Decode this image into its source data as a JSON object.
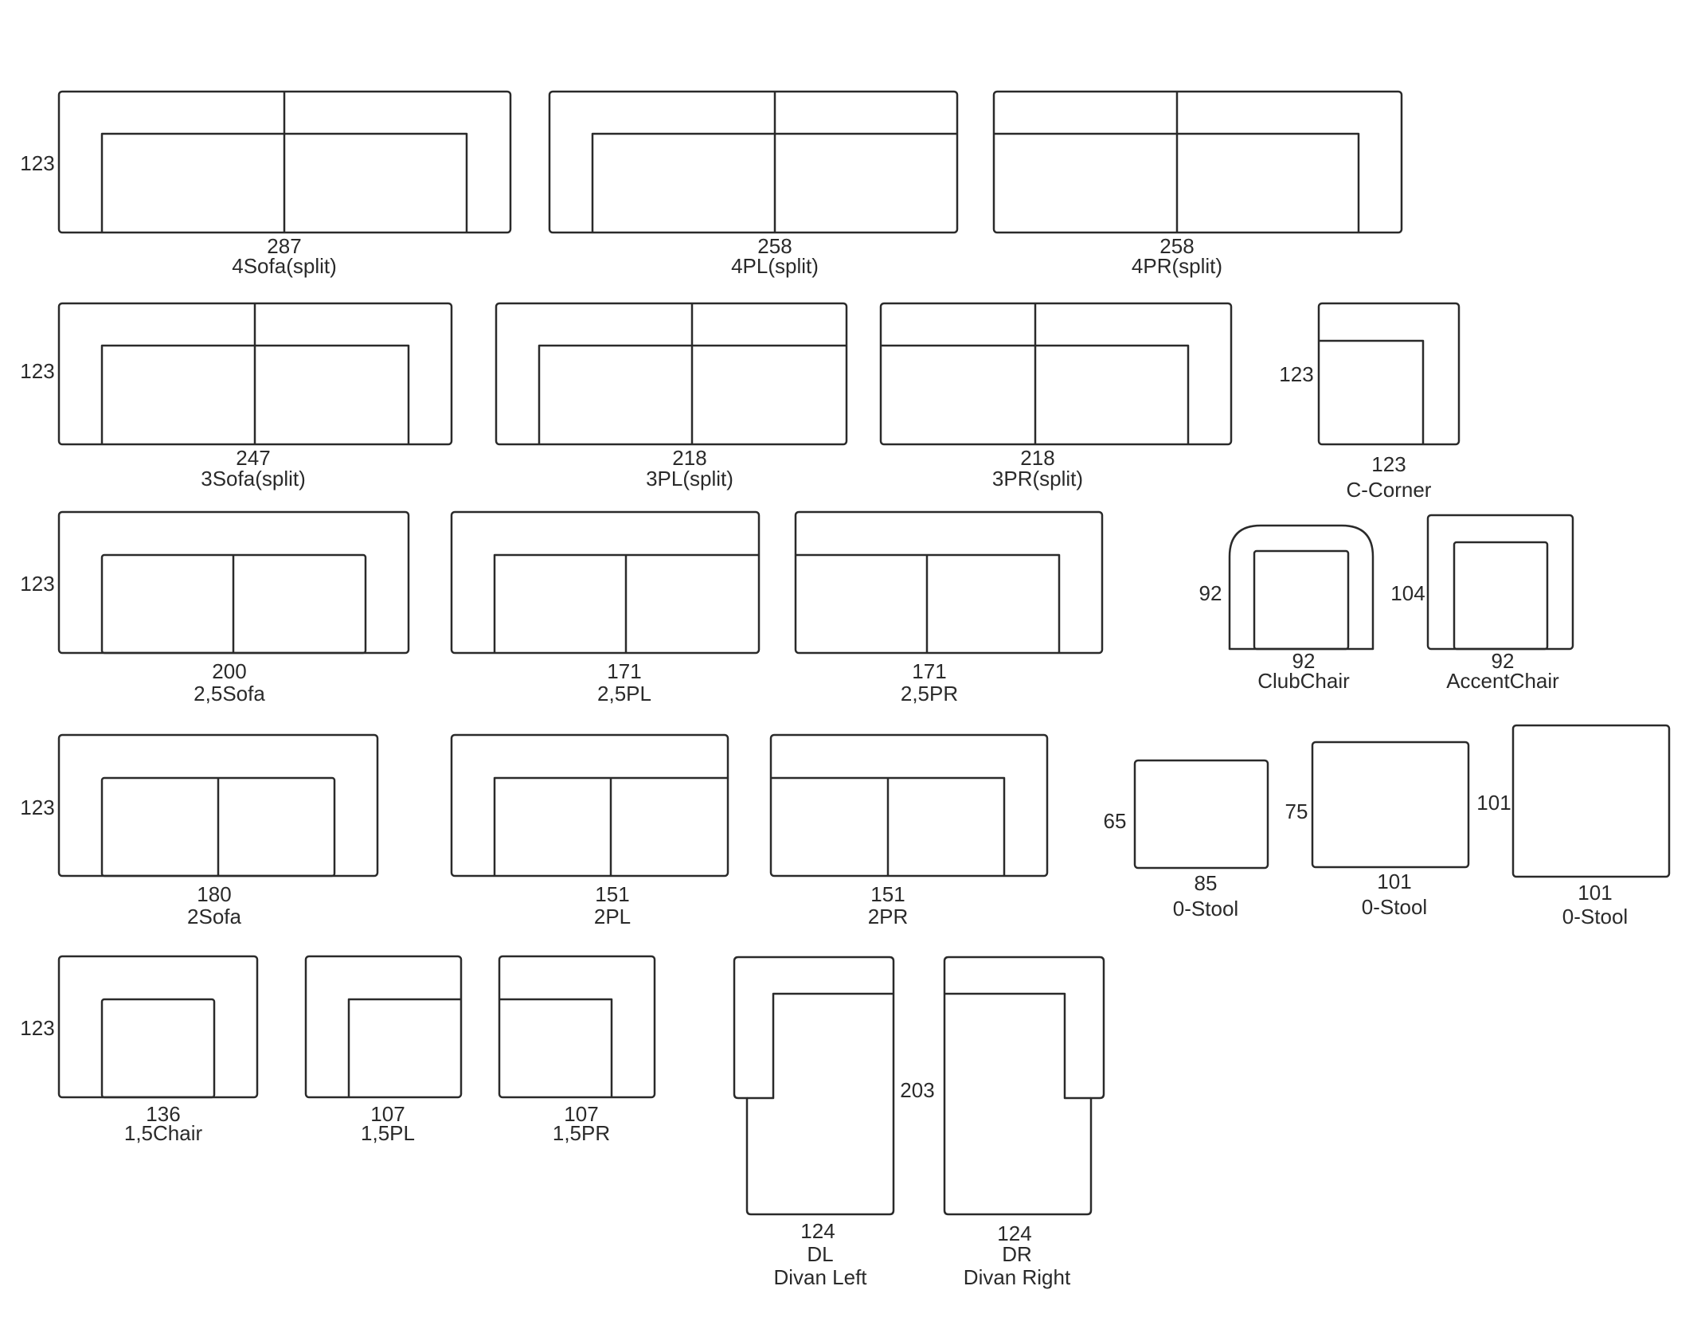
{
  "diagram": {
    "line_color": "#2a2a2a",
    "background": "#ffffff",
    "modules": [
      {
        "id": "4sofa",
        "name": "4Sofa(split)",
        "width": "287",
        "depth": "123"
      },
      {
        "id": "4pl",
        "name": "4PL(split)",
        "width": "258",
        "depth": ""
      },
      {
        "id": "4pr",
        "name": "4PR(split)",
        "width": "258",
        "depth": ""
      },
      {
        "id": "3sofa",
        "name": "3Sofa(split)",
        "width": "247",
        "depth": "123"
      },
      {
        "id": "3pl",
        "name": "3PL(split)",
        "width": "218",
        "depth": ""
      },
      {
        "id": "3pr",
        "name": "3PR(split)",
        "width": "218",
        "depth": ""
      },
      {
        "id": "ccorner",
        "name": "C-Corner",
        "width": "123",
        "depth": "123"
      },
      {
        "id": "25sofa",
        "name": "2,5Sofa",
        "width": "200",
        "depth": "123"
      },
      {
        "id": "25pl",
        "name": "2,5PL",
        "width": "171",
        "depth": ""
      },
      {
        "id": "25pr",
        "name": "2,5PR",
        "width": "171",
        "depth": ""
      },
      {
        "id": "clubchair",
        "name": "ClubChair",
        "width": "92",
        "depth": "92"
      },
      {
        "id": "accentchair",
        "name": "AccentChair",
        "width": "92",
        "depth": "104"
      },
      {
        "id": "2sofa",
        "name": "2Sofa",
        "width": "180",
        "depth": "123"
      },
      {
        "id": "2pl",
        "name": "2PL",
        "width": "151",
        "depth": ""
      },
      {
        "id": "2pr",
        "name": "2PR",
        "width": "151",
        "depth": ""
      },
      {
        "id": "stool85",
        "name": "0-Stool",
        "width": "85",
        "depth": "65"
      },
      {
        "id": "stool101a",
        "name": "0-Stool",
        "width": "101",
        "depth": "75"
      },
      {
        "id": "stool101b",
        "name": "0-Stool",
        "width": "101",
        "depth": "101"
      },
      {
        "id": "15chair",
        "name": "1,5Chair",
        "width": "136",
        "depth": "123"
      },
      {
        "id": "15pl",
        "name": "1,5PL",
        "width": "107",
        "depth": ""
      },
      {
        "id": "15pr",
        "name": "1,5PR",
        "width": "107",
        "depth": ""
      },
      {
        "id": "dl",
        "name": "DL",
        "name2": "Divan Left",
        "width": "124",
        "depth": ""
      },
      {
        "id": "dr",
        "name": "DR",
        "name2": "Divan Right",
        "width": "124",
        "depth": ""
      }
    ],
    "divan_depth": "203"
  }
}
